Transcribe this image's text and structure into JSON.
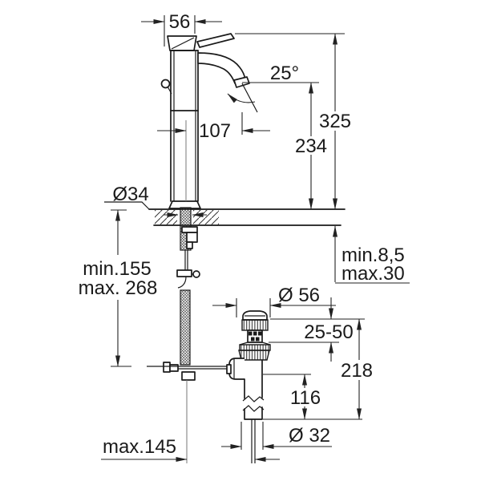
{
  "drawing": {
    "subject": "single-lever basin mixer with pop-up waste - dimensional drawing",
    "unit": "mm",
    "background": "#ffffff",
    "line_color": "#1a1a1a",
    "labels": {
      "head_width": "56",
      "spout_angle": "25°",
      "spout_reach": "107",
      "height_total": "325",
      "height_spout": "234",
      "hole_diameter": "Ø34",
      "deck_min": "min.8,5",
      "deck_max": "max.30",
      "rod_min": "min.155",
      "rod_max": "max. 268",
      "waste_flange_diameter": "Ø 56",
      "waste_adjust_range": "25-50",
      "waste_height": "218",
      "waste_tail_height": "116",
      "waste_pipe_diameter": "Ø 32",
      "rod_reach_max": "max.145"
    }
  }
}
